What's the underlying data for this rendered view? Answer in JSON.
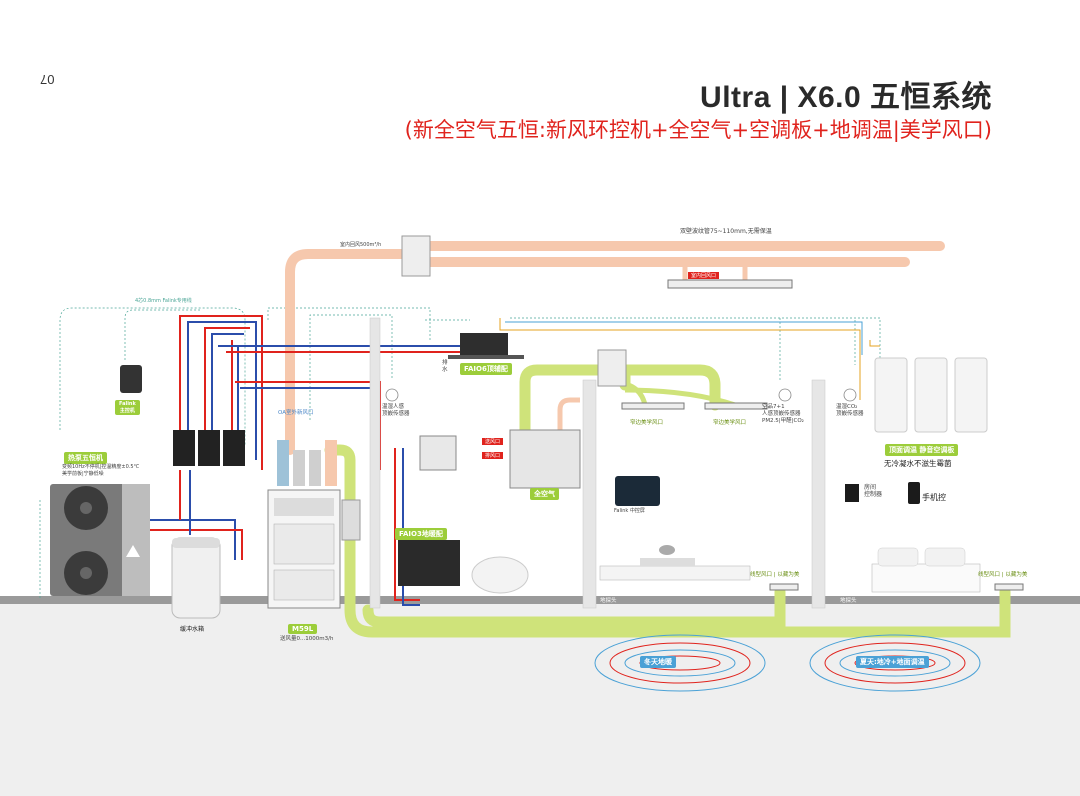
{
  "page": {
    "number": "07",
    "title": "Ultra | X6.0 五恒系统",
    "subtitle": "(新全空气五恒:新风环控机+全空气+空调板+地调温|美学风口)"
  },
  "labels": {
    "duct_note": "双壁波纹管75~110mm,无需保温",
    "indoor_return": "室内回风500m³/h",
    "falink_cable": "4芯0.8mm Falink专用线",
    "indoor_return_vent": "室内回风口",
    "drain": "排水",
    "faio6": "FAIO6顶辅配",
    "humidity_sensor": "温湿人感\n顶嵌传感器",
    "air_quality": "空品7+1\n人感顶嵌传感器\nPM2.5|甲醛|CO₂",
    "co2_sensor": "温湿CO₂\n顶嵌传感器",
    "aesthetic_vent": "窄边美学风口",
    "radiant_panel": "顶面调温 静音空调板",
    "no_condense": "无冷凝水不滋生霉菌",
    "falink_main": "Falink\n主控机",
    "heat_pump": "热泵五恒机",
    "heat_pump_spec": "变频10Hz不停机|控温精度±0.5℃\n美学前板|宁静低噪",
    "buffer_tank": "缓冲水箱",
    "m59l": "M59L",
    "m59l_airflow": "送风量0...1000m3/h",
    "faio3": "FAIO3地暖配",
    "full_air": "全空气",
    "room_controller": "房间\n控制器",
    "phone": "手机控",
    "winter": "冬天地暖",
    "summer": "夏天:地冷+地面调温",
    "linear_vent": "线型风口 | 以藏为美",
    "floor_probe": "地探头",
    "outdoor_fresh": "OA室外新风口",
    "supply_vent": "送风口",
    "return_vent": "排风口",
    "falink_panel": "Falink 中控屏"
  },
  "colors": {
    "duct_pink": "#f6c8ad",
    "duct_green": "#cfe37a",
    "hot_red": "#e0231d",
    "cold_blue": "#2b4dab",
    "floor_gray": "#eeeeee",
    "slab": "#8a8a8a",
    "wire_teal": "#4aa596",
    "accent": "#9ccd3a"
  },
  "icons": [
    "fresh-air-unit-icon",
    "falink-hub-icon",
    "heat-pump-icon",
    "tank-icon",
    "cabinet-icon",
    "phone-icon",
    "radiant-panel-icon",
    "room-controller-icon",
    "sensor-icon"
  ]
}
